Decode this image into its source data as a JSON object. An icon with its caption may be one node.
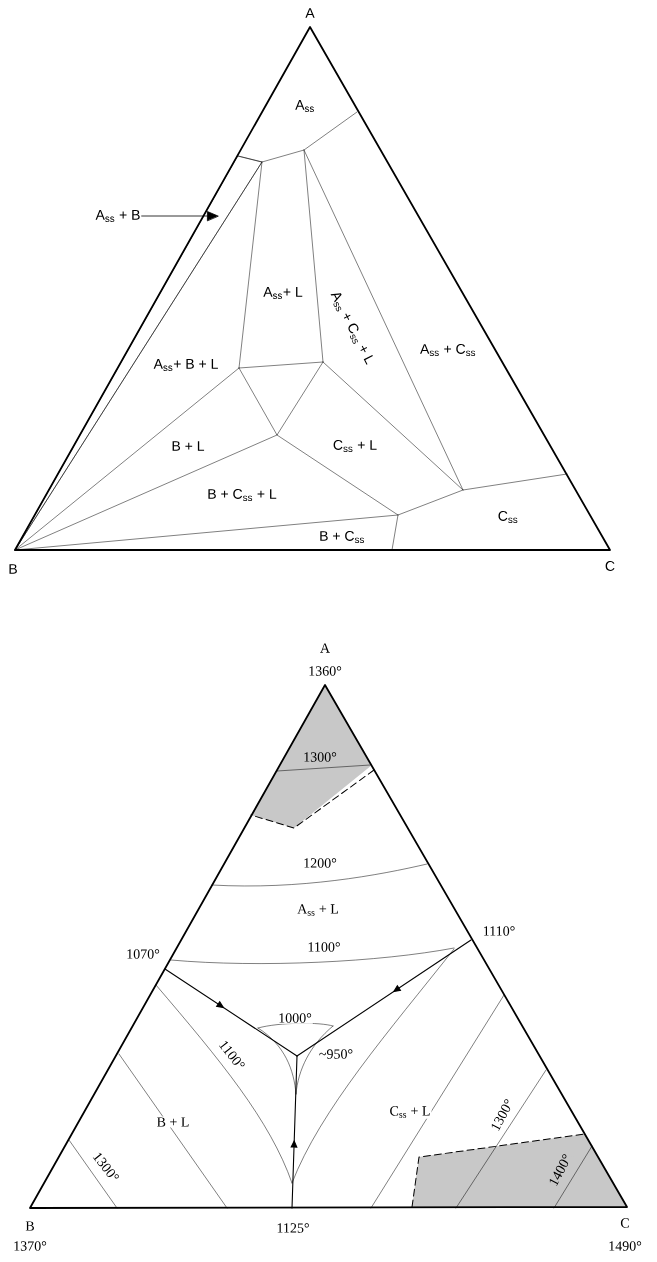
{
  "diagram": {
    "nodes": [
      {
        "text": [
          "A$_{ss}$ + B"
        ]
      },
      {
        "text": [],
        "shape": "triangle"
      }
    ],
    "edges": [
      {
        "from": 0,
        "to": 1,
        "arrow": "to"
      }
    ],
    "labels": [
      "A",
      "A$_{ss}$",
      "A$_{ss}$+ L",
      "A$_{ss}$ + C$_{ss}$ + L",
      "A$_{ss}$ + C$_{ss}$",
      "A$_{ss}$+ B + L",
      "B + L",
      "C$_{ss}$ + L",
      "B + C$_{ss}$ + L",
      "B + C$_{ss}$",
      "C$_{ss}$",
      "B",
      "C",
      "A",
      "1360°",
      "1300°",
      "1200°",
      "A$_{ss}$ + L",
      "1110°",
      "1070°",
      "1100°",
      "1000°",
      "1100°",
      "~950°",
      "B + L",
      "C$_{ss}$ + L",
      "1300°",
      "1300°",
      "1400°",
      "B",
      "1370°",
      "1125°",
      "C",
      "1490°"
    ]
  }
}
